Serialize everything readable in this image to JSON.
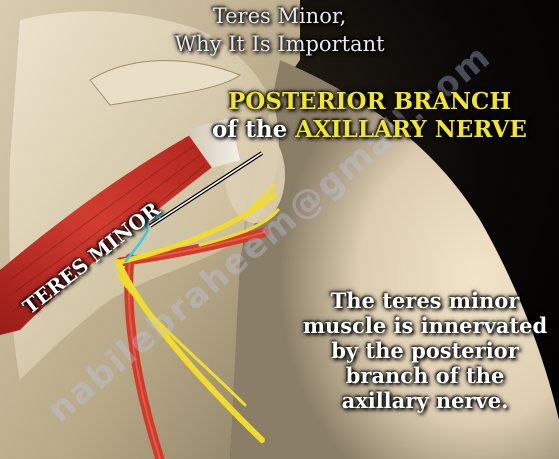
{
  "title": {
    "line1": "Teres Minor,",
    "line2": "Why It Is Important"
  },
  "headline": {
    "line1": "POSTERIOR BRANCH",
    "line2_prefix": "of the ",
    "line2_highlight": "AXILLARY NERVE"
  },
  "muscle_label": "TERES MINOR",
  "description": "The teres minor muscle is innervated by the posterior branch of the axillary nerve.",
  "watermark": "nabilebraheem@gmail.com",
  "colors": {
    "title_text": "#e8e8ee",
    "highlight_text": "#f2e628",
    "body_text": "#ffffff",
    "muscle": "#c2322c",
    "nerve": "#f0dc2c",
    "artery": "#d23a2a",
    "bone": "#e6dcc0"
  }
}
